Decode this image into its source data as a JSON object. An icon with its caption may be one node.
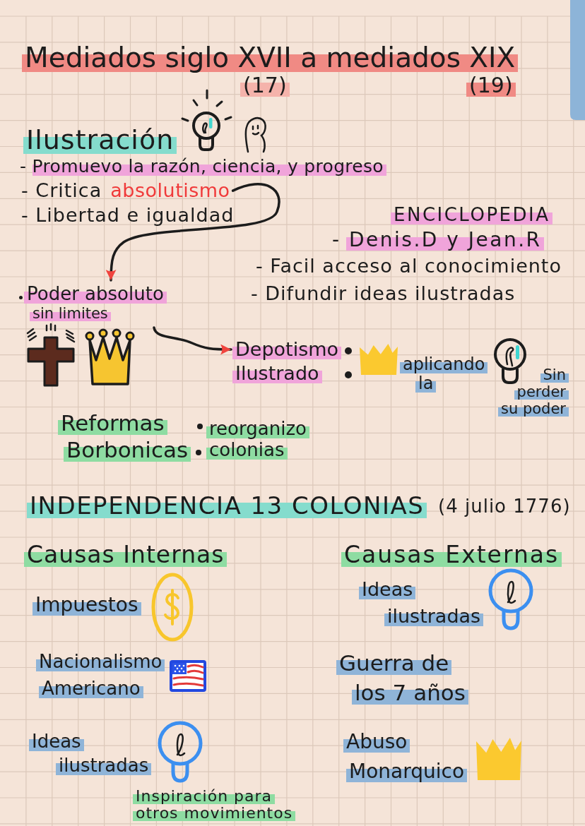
{
  "diagram": {
    "title": "Mediados siglo XVII a mediados XIX",
    "nodes": [
      {
        "text": [
          "(17)"
        ]
      },
      {
        "text": [
          "(19)"
        ]
      },
      {
        "text": [
          "Ilustración"
        ]
      },
      {
        "text": [
          "- Promuevo la razón, ciencia, y progreso"
        ]
      },
      {
        "text": [
          "- Critica",
          "absolutismo"
        ]
      },
      {
        "text": [
          "ENCICLOPEDIA"
        ]
      },
      {
        "text": [
          "- Denis.D y Jean.R"
        ]
      },
      {
        "text": [
          "Poder absoluto",
          "sin limites"
        ]
      },
      {
        "text": [
          "Depotismo Ilustrado"
        ]
      },
      {
        "text": [
          "aplicando la"
        ]
      },
      {
        "text": [
          "Sin perder su poder"
        ]
      },
      {
        "text": [
          "Reformas Borbonicas"
        ]
      },
      {
        "text": [
          "reorganizo colonias"
        ]
      },
      {
        "text": [
          "INDEPENDENCIA 13 COLONIAS"
        ]
      },
      {
        "text": [
          "Causas Internas"
        ]
      },
      {
        "text": [
          "Causas Externas"
        ]
      },
      {
        "text": [
          "Impuestos"
        ]
      },
      {
        "text": [
          "Ideas ilustradas"
        ]
      },
      {
        "text": [
          "Nacionalismo Americano"
        ]
      },
      {
        "text": [
          "Guerra de los 7 años"
        ]
      },
      {
        "text": [
          "Ideas ilustradas"
        ]
      },
      {
        "text": [
          "Abuso Monarquico"
        ]
      },
      {
        "text": [
          "Inspiración para otros movimientos"
        ]
      }
    ],
    "edges": [
      {
        "from": 4,
        "to": 7,
        "arrow": "to"
      },
      {
        "from": 7,
        "to": 8,
        "arrow": "to"
      }
    ],
    "labels": [
      "- Libertad e igualdad",
      "- Facil acceso al conocimiento",
      "- Difundir ideas ilustradas",
      "(4 julio 1776)"
    ]
  }
}
